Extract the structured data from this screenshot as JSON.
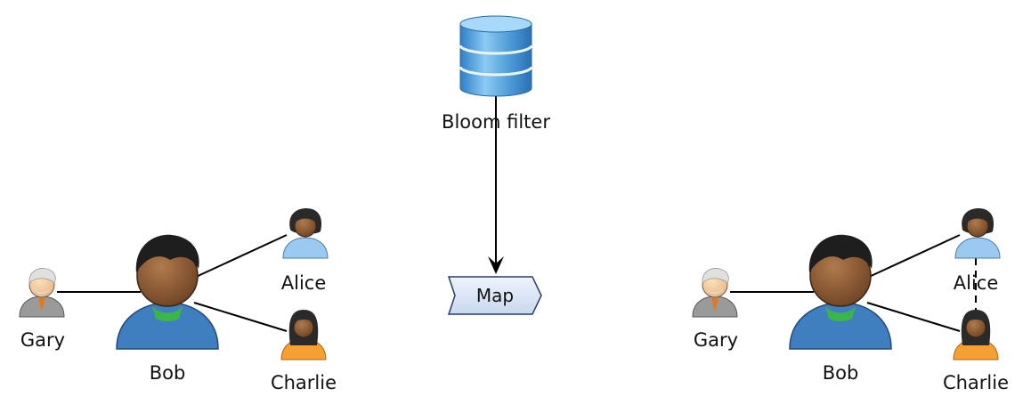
{
  "database": {
    "label": "Bloom filter",
    "icon": "database-icon"
  },
  "process": {
    "label": "Map",
    "icon": "process-step-icon"
  },
  "left_graph": {
    "center": "Bob",
    "gary": "Gary",
    "alice": "Alice",
    "charlie": "Charlie"
  },
  "right_graph": {
    "center": "Bob",
    "gary": "Gary",
    "alice": "Alice",
    "charlie": "Charlie"
  },
  "colors": {
    "db_blue": "#5aa6de",
    "bob_shirt": "#3f7fc0",
    "bob_skin": "#8a5a35",
    "alice_shirt": "#9cc9f0",
    "charlie_shirt": "#f5a030",
    "gary_suit": "#9a9a9a",
    "process_fill": "#d7e3f4"
  }
}
